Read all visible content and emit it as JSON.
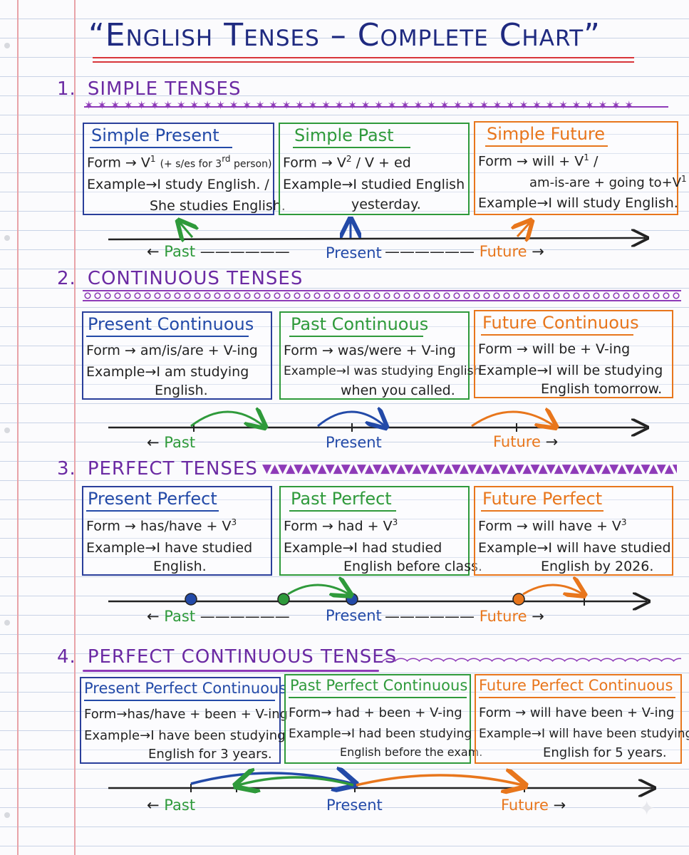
{
  "title": "“English Tenses – Complete Chart”",
  "arrow": "→",
  "sections": [
    {
      "number": "1.",
      "heading": "SIMPLE TENSES",
      "boxes": [
        {
          "title": "Simple Present",
          "form_label": "Form",
          "form_main": "V",
          "form_sup": "1",
          "form_note": "(+ s/es for 3",
          "form_note_sup": "rd",
          "form_note_end": " person)",
          "example_label": "Example",
          "example_1": "I study English. /",
          "example_2": "She studies English."
        },
        {
          "title": "Simple Past",
          "form_label": "Form",
          "form_main": "V",
          "form_sup": "2",
          "form_rest": " / V + ed",
          "example_label": "Example",
          "example_1": "I studied English",
          "example_2": "yesterday."
        },
        {
          "title": "Simple Future",
          "form_label": "Form",
          "form_main": "will + V",
          "form_sup": "1",
          "form_rest": " /",
          "form_line2": "am-is-are + going to+V",
          "form_line2_sup": "1",
          "example_label": "Example",
          "example_1": "I will study English."
        }
      ],
      "timeline": {
        "past": "Past",
        "present": "Present",
        "future": "Future",
        "past_arrow": "←",
        "future_arrow": "→"
      }
    },
    {
      "number": "2.",
      "heading": "CONTINUOUS TENSES",
      "boxes": [
        {
          "title": "Present Continuous",
          "form_label": "Form",
          "form": "am/is/are + V-ing",
          "example_label": "Example",
          "example_1": "I am studying",
          "example_2": "English."
        },
        {
          "title": "Past Continuous",
          "form_label": "Form",
          "form": "was/were + V-ing",
          "example_label": "Example",
          "example_1": "I was studying English",
          "example_2": "when you called."
        },
        {
          "title": "Future Continuous",
          "form_label": "Form",
          "form": "will be + V-ing",
          "example_label": "Example",
          "example_1": "I will be studying",
          "example_2": "English tomorrow."
        }
      ],
      "timeline": {
        "past": "Past",
        "present": "Present",
        "future": "Future",
        "past_arrow": "←",
        "future_arrow": "→"
      }
    },
    {
      "number": "3.",
      "heading": "PERFECT TENSES",
      "boxes": [
        {
          "title": "Present Perfect",
          "form_label": "Form",
          "form_main": "has/have + V",
          "form_sup": "3",
          "example_label": "Example",
          "example_1": "I have studied",
          "example_2": "English."
        },
        {
          "title": "Past Perfect",
          "form_label": "Form",
          "form_main": "had + V",
          "form_sup": "3",
          "example_label": "Example",
          "example_1": "I had studied",
          "example_2": "English before class."
        },
        {
          "title": "Future Perfect",
          "form_label": "Form",
          "form_main": "will have + V",
          "form_sup": "3",
          "example_label": "Example",
          "example_1": "I will have studied",
          "example_2": "English by 2026."
        }
      ],
      "timeline": {
        "past": "Past",
        "present": "Present",
        "future": "Future",
        "past_arrow": "←",
        "future_arrow": "→"
      }
    },
    {
      "number": "4.",
      "heading": "PERFECT CONTINUOUS TENSES",
      "boxes": [
        {
          "title": "Present Perfect Continuous",
          "form_label": "Form",
          "form": "has/have + been + V-ing",
          "example_label": "Example",
          "example_1": "I have been studying",
          "example_2": "English for 3 years."
        },
        {
          "title": "Past Perfect Continuous",
          "form_label": "Form",
          "form": "had + been + V-ing",
          "example_label": "Example",
          "example_1": "I had been studying",
          "example_2": "English before the exam."
        },
        {
          "title": "Future Perfect Continuous",
          "form_label": "Form",
          "form": "will have been + V-ing",
          "example_label": "Example",
          "example_1": "I will have been studying",
          "example_2": "English for 5 years."
        }
      ],
      "timeline": {
        "past": "Past",
        "present": "Present",
        "future": "Future",
        "past_arrow": "←",
        "future_arrow": "→"
      }
    }
  ],
  "colors": {
    "title": "#1f2a80",
    "heading": "#6b2aa3",
    "present": "#234aa8",
    "past": "#2f9a3b",
    "future": "#e8761c",
    "accent_red": "#d8353a"
  },
  "icons": {
    "corner": "sparkle-icon"
  }
}
